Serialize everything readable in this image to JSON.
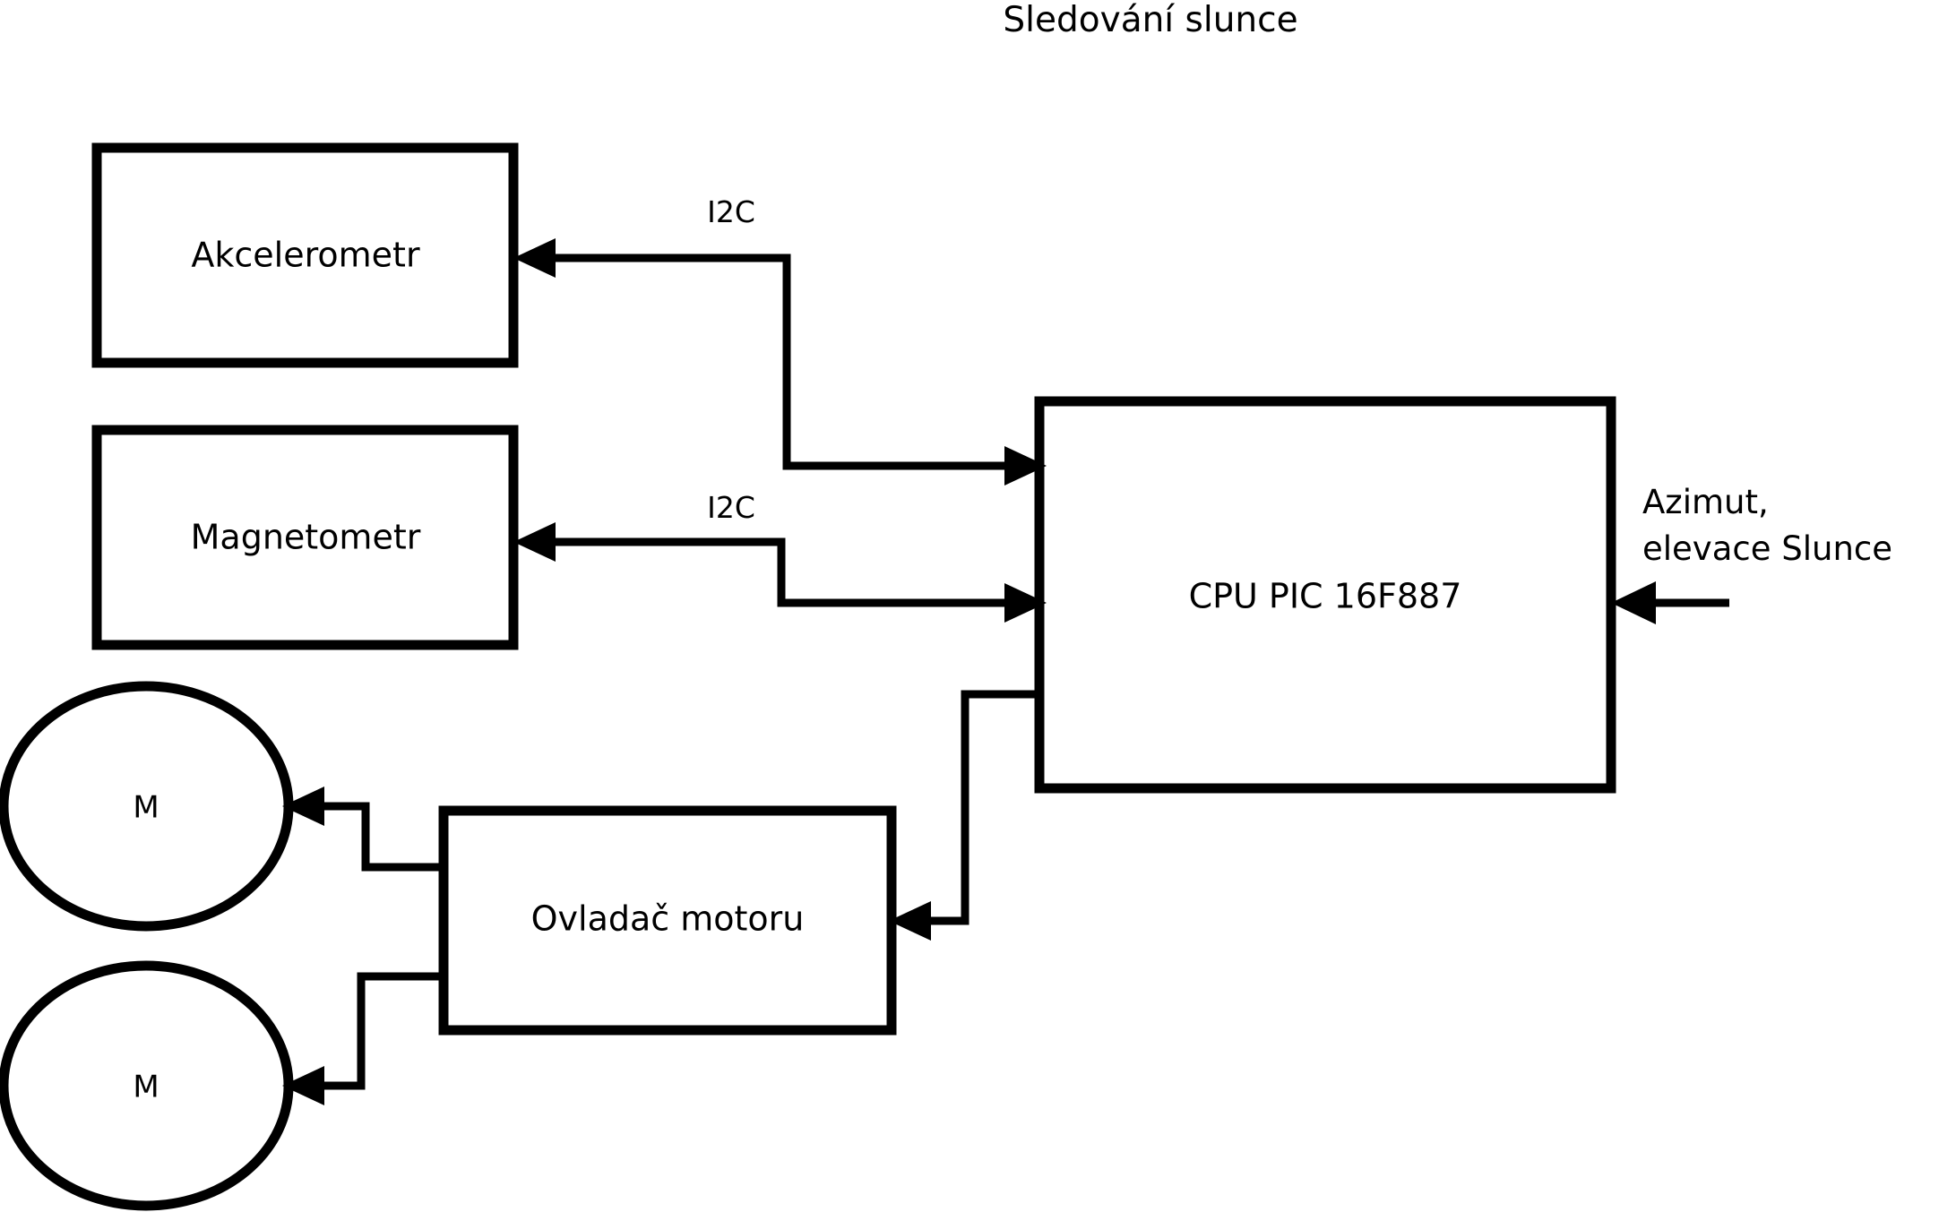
{
  "title": "Sledování slunce",
  "diagram": {
    "type": "block-diagram",
    "nodes": {
      "accelerometer": {
        "label": "Akcelerometr",
        "shape": "rectangle"
      },
      "magnetometer": {
        "label": "Magnetometr",
        "shape": "rectangle"
      },
      "cpu": {
        "label": "CPU PIC 16F887",
        "shape": "rectangle"
      },
      "motor_driver": {
        "label": "Ovladač motoru",
        "shape": "rectangle"
      },
      "motor_top": {
        "label": "M",
        "shape": "ellipse"
      },
      "motor_bottom": {
        "label": "M",
        "shape": "ellipse"
      }
    },
    "edge_labels": {
      "i2c_accelerometer": "I2C",
      "i2c_magnetometer": "I2C"
    },
    "external_input": {
      "line1": "Azimut,",
      "line2": "elevace Slunce"
    },
    "colors": {
      "stroke": "#000000",
      "fill": "#ffffff",
      "text": "#000000"
    }
  }
}
